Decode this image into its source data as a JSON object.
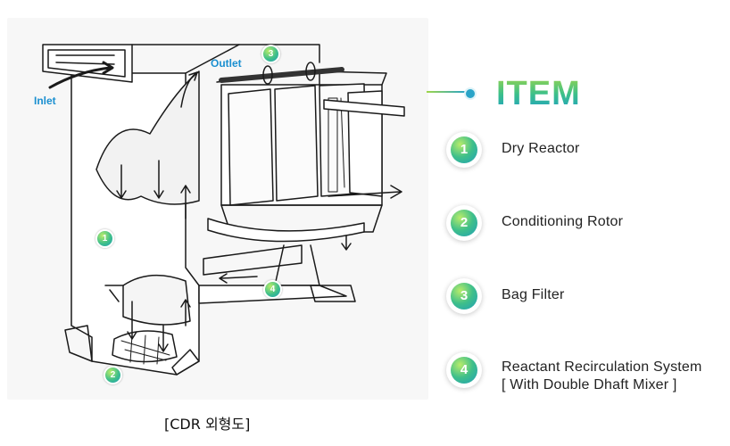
{
  "figure": {
    "labels": {
      "inlet": "Inlet",
      "outlet": "Outlet"
    },
    "markers": [
      "1",
      "2",
      "3",
      "4"
    ],
    "caption": "[CDR 외형도]"
  },
  "legend": {
    "title": "ITEM",
    "items": [
      {
        "number": "1",
        "label": "Dry Reactor",
        "sublabel": ""
      },
      {
        "number": "2",
        "label": "Conditioning Rotor",
        "sublabel": ""
      },
      {
        "number": "3",
        "label": "Bag Filter",
        "sublabel": ""
      },
      {
        "number": "4",
        "label": "Reactant Recirculation System",
        "sublabel": "[ With Double Dhaft Mixer ]"
      }
    ],
    "colors": {
      "gradient_start": "#9fd64a",
      "gradient_mid": "#3cc08a",
      "gradient_end": "#1b9ccc",
      "label_blue": "#1a8fd0"
    }
  }
}
